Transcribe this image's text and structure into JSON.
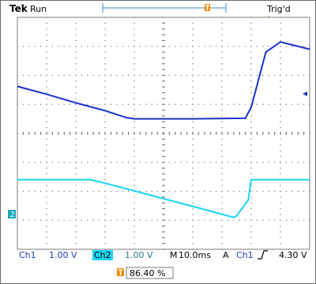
{
  "header": {
    "brand": "Tek",
    "status": "Run",
    "trigger_status": "Trig'd"
  },
  "chart_data": {
    "type": "line",
    "title": "",
    "x_divisions": 10,
    "y_divisions": 8,
    "time_per_div": "10.0ms",
    "grid": true,
    "series": [
      {
        "channel": "Ch1",
        "scale": "1.00 V",
        "color": "#1733c8",
        "x_div": [
          0,
          1.0,
          2.0,
          3.0,
          3.7,
          4.0,
          6.0,
          7.8,
          8.0,
          8.5,
          9.0,
          10.0
        ],
        "y_div": [
          1.62,
          1.35,
          1.05,
          0.78,
          0.55,
          0.5,
          0.5,
          0.52,
          0.9,
          2.8,
          3.15,
          2.9
        ]
      },
      {
        "channel": "Ch2",
        "scale": "1.00 V",
        "color": "#19d6f2",
        "x_div": [
          0,
          2.5,
          3.0,
          4.5,
          6.0,
          7.4,
          7.5,
          7.9,
          8.0,
          10.0
        ],
        "y_div": [
          -1.6,
          -1.6,
          -1.72,
          -2.12,
          -2.52,
          -2.9,
          -2.85,
          -2.3,
          -1.6,
          -1.6
        ]
      }
    ],
    "ch2_ground_marker": "2",
    "trigger": {
      "source": "Ch1",
      "slope": "rising",
      "level": "4.30 V",
      "position": "86.40 %"
    }
  },
  "footer": {
    "ch1_label": "Ch1",
    "ch1_scale": "1.00 V",
    "ch2_label": "Ch2",
    "ch2_scale": "1.00 V",
    "timebase_label": "M",
    "timebase": "10.0ms",
    "trigger_mode": "A",
    "trigger_source": "Ch1",
    "trigger_level": "4.30 V",
    "trigger_marker": "T",
    "trigger_position": "86.40 %"
  }
}
